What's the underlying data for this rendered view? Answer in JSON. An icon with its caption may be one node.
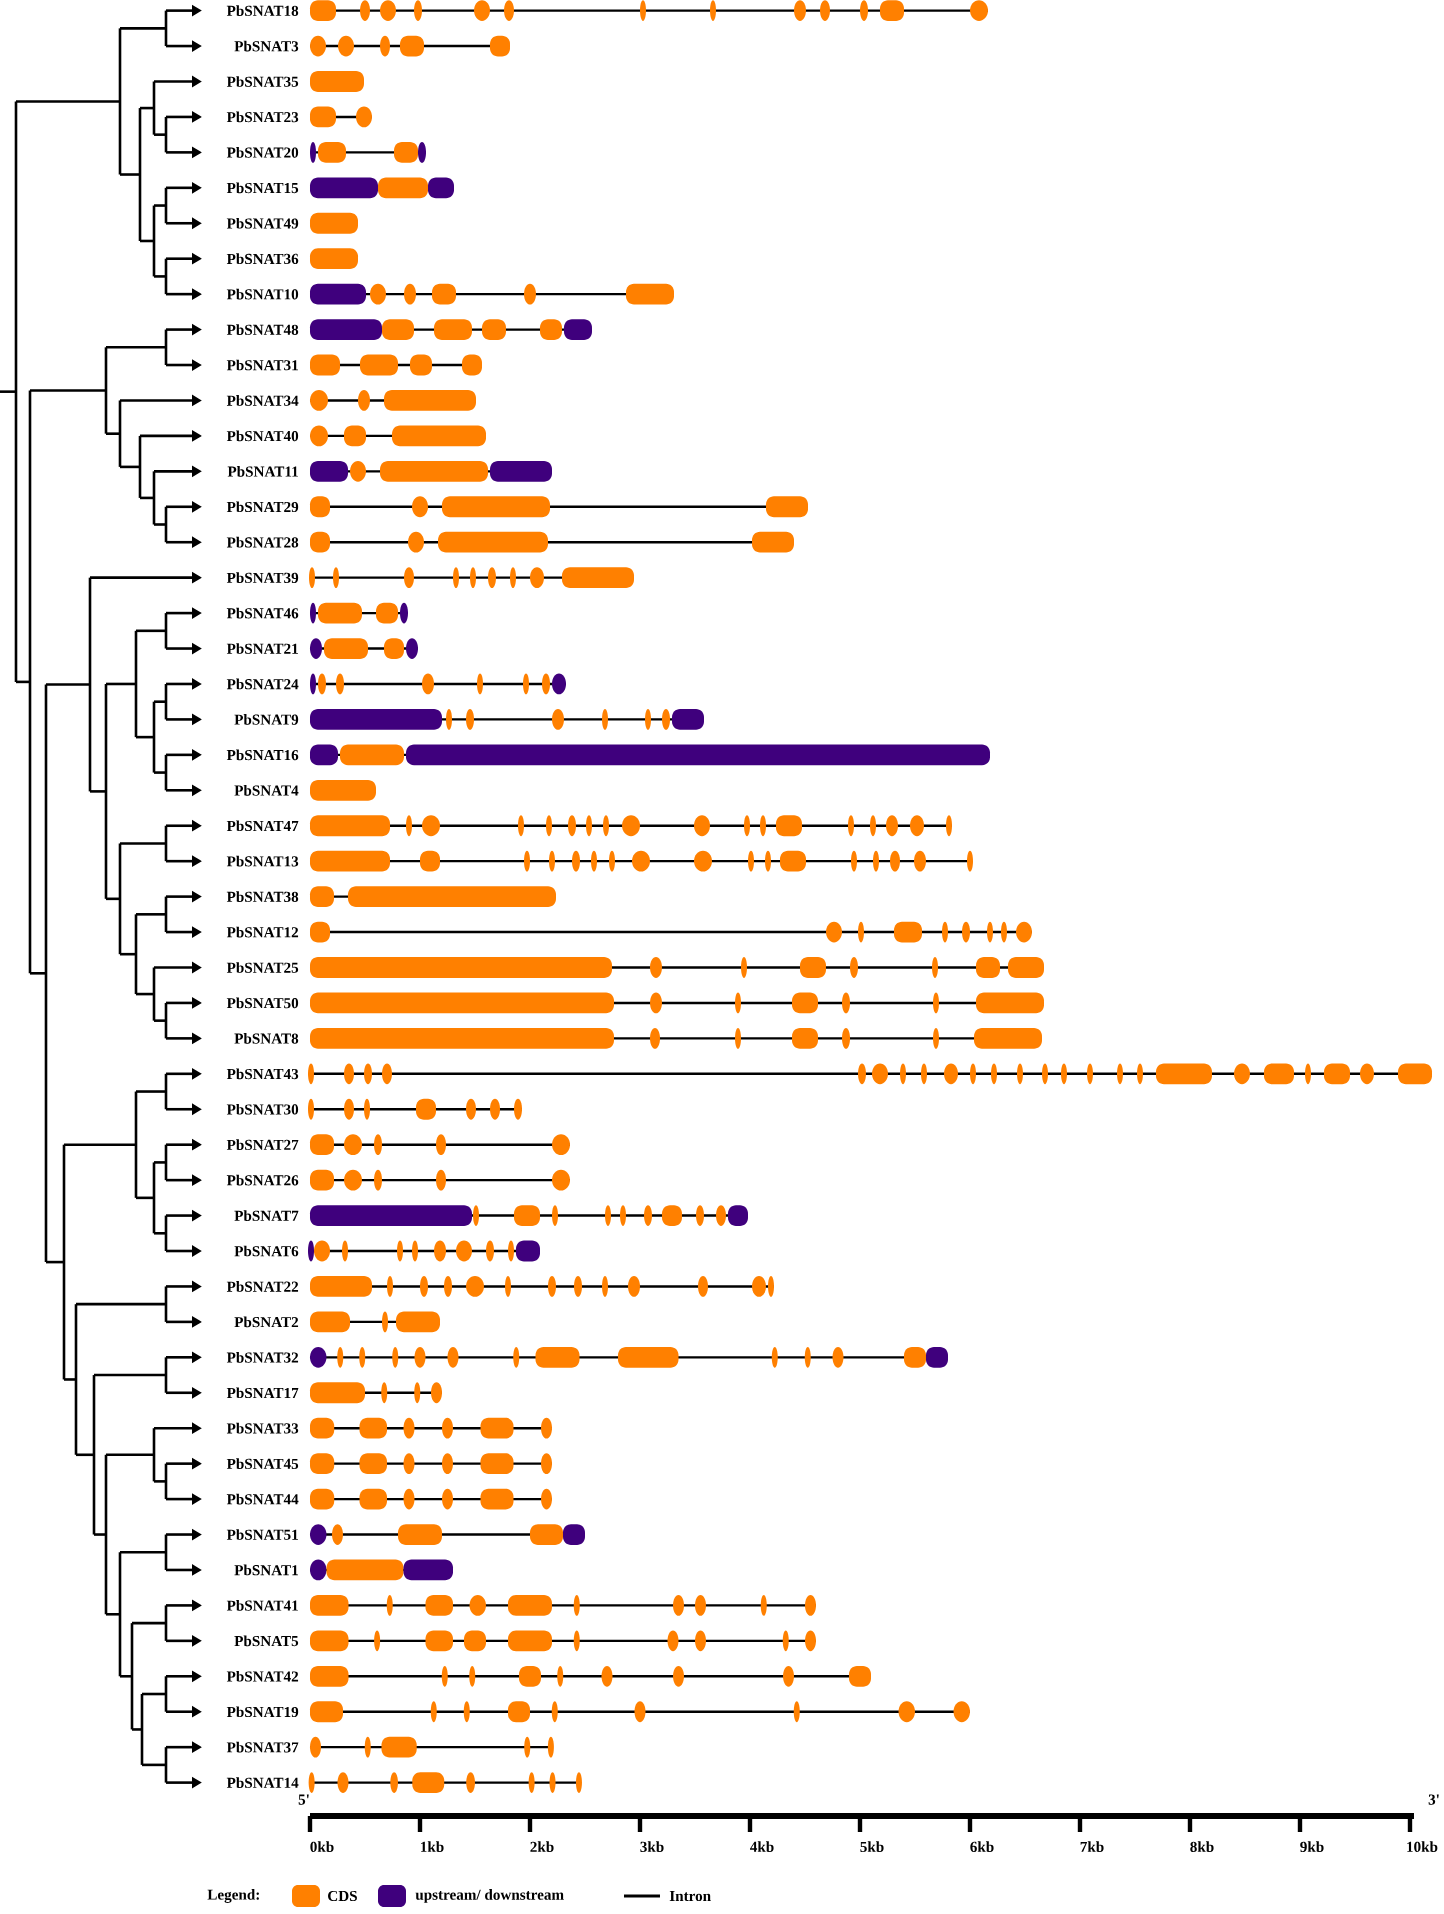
{
  "diagram": {
    "labels": [
      "PbSNAT18",
      "PbSNAT3",
      "PbSNAT35",
      "PbSNAT23",
      "PbSNAT20",
      "PbSNAT15",
      "PbSNAT49",
      "PbSNAT36",
      "PbSNAT10",
      "PbSNAT48",
      "PbSNAT31",
      "PbSNAT34",
      "PbSNAT40",
      "PbSNAT11",
      "PbSNAT29",
      "PbSNAT28",
      "PbSNAT39",
      "PbSNAT46",
      "PbSNAT21",
      "PbSNAT24",
      "PbSNAT9",
      "PbSNAT16",
      "PbSNAT4",
      "PbSNAT47",
      "PbSNAT13",
      "PbSNAT38",
      "PbSNAT12",
      "PbSNAT25",
      "PbSNAT50",
      "PbSNAT8",
      "PbSNAT43",
      "PbSNAT30",
      "PbSNAT27",
      "PbSNAT26",
      "PbSNAT7",
      "PbSNAT6",
      "PbSNAT22",
      "PbSNAT2",
      "PbSNAT32",
      "PbSNAT17",
      "PbSNAT33",
      "PbSNAT45",
      "PbSNAT44",
      "PbSNAT51",
      "PbSNAT1",
      "PbSNAT41",
      "PbSNAT5",
      "PbSNAT42",
      "PbSNAT19",
      "PbSNAT37",
      "PbSNAT14",
      "5'",
      "3'",
      "0kb",
      "1kb",
      "2kb",
      "3kb",
      "4kb",
      "5kb",
      "6kb",
      "7kb",
      "8kb",
      "9kb",
      "10kb",
      "Legend:"
    ],
    "legend": [
      {
        "text": "CDS",
        "color": "#ff8000"
      },
      {
        "text": "upstream/ downstream",
        "color": "#3f007d"
      },
      {
        "text": "Intron"
      }
    ]
  }
}
